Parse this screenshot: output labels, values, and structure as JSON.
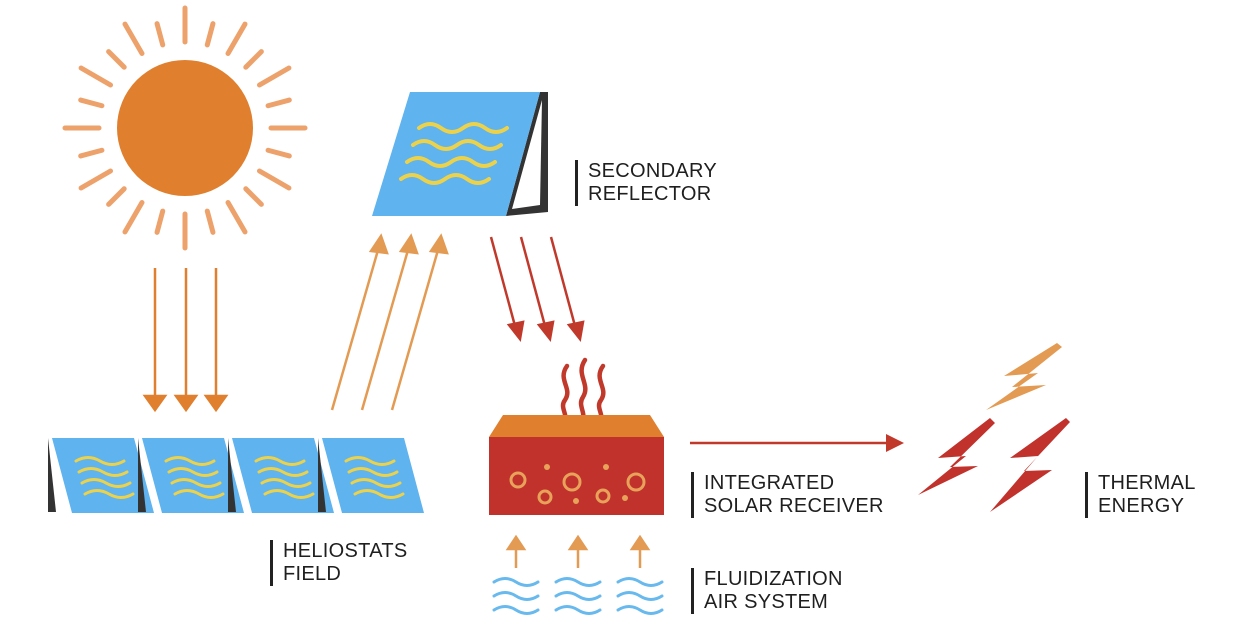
{
  "labels": {
    "secondary_reflector": [
      "SECONDARY",
      "REFLECTOR"
    ],
    "heliostats_field": [
      "HELIOSTATS",
      "FIELD"
    ],
    "integrated_solar_receiver": [
      "INTEGRATED",
      "SOLAR RECEIVER"
    ],
    "fluidization_air_system": [
      "FLUIDIZATION",
      "AIR SYSTEM"
    ],
    "thermal_energy": [
      "THERMAL",
      "ENERGY"
    ]
  },
  "colors": {
    "sun": "#e07f2e",
    "sun_rays": "#eda16b",
    "panel_blue": "#5fb3ef",
    "panel_waves": "#ecd24a",
    "frame": "#333333",
    "incoming_arrows": "#e07f2e",
    "reflected_arrows": "#e39a52",
    "concentrated_arrows": "#c0392b",
    "receiver_body": "#c0322b",
    "receiver_top": "#e07f2e",
    "receiver_bubbles": "#e8a25a",
    "flames": "#c0392b",
    "air_waves": "#67b9ee",
    "lightning_top": "#e39a52",
    "lightning_bottom": "#c0322b"
  },
  "icons": {
    "sun": "sun-icon",
    "heliostat": "heliostat-panel-icon",
    "reflector": "secondary-reflector-icon",
    "receiver": "solar-receiver-icon",
    "air": "air-wave-icon",
    "energy": "lightning-icon"
  }
}
